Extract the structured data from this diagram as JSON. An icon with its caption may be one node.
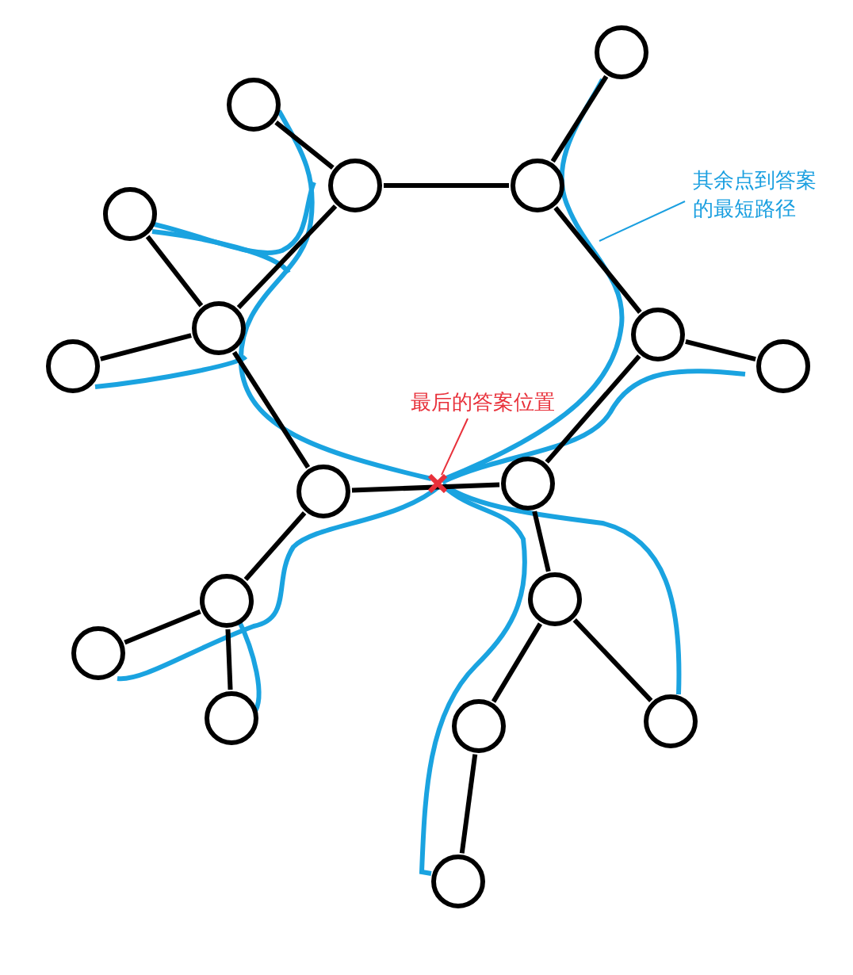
{
  "diagram": {
    "nodes": [
      {
        "text": [],
        "shape": "circle"
      },
      {
        "text": [],
        "shape": "circle"
      },
      {
        "text": [],
        "shape": "circle"
      },
      {
        "text": [],
        "shape": "circle"
      },
      {
        "text": [],
        "shape": "circle"
      },
      {
        "text": [],
        "shape": "circle"
      },
      {
        "text": [],
        "shape": "circle"
      },
      {
        "text": [],
        "shape": "circle"
      },
      {
        "text": [],
        "shape": "circle"
      },
      {
        "text": [],
        "shape": "circle"
      },
      {
        "text": [],
        "shape": "circle"
      },
      {
        "text": [],
        "shape": "circle"
      },
      {
        "text": [],
        "shape": "circle"
      },
      {
        "text": [],
        "shape": "circle"
      },
      {
        "text": [],
        "shape": "circle"
      },
      {
        "text": [],
        "shape": "circle"
      },
      {
        "text": [],
        "shape": "circle"
      },
      {
        "text": [],
        "shape": "circle"
      },
      {
        "text": [
          "最后的答案位置"
        ]
      },
      {
        "text": [],
        "shape": "cross"
      },
      {
        "text": [
          "其余点到答案的最短路径"
        ]
      }
    ],
    "edges": [
      {
        "from": 0,
        "to": 3,
        "arrow": "none"
      },
      {
        "from": 1,
        "to": 2,
        "arrow": "none"
      },
      {
        "from": 2,
        "to": 3,
        "arrow": "none"
      },
      {
        "from": 2,
        "to": 5,
        "arrow": "none"
      },
      {
        "from": 3,
        "to": 6,
        "arrow": "none"
      },
      {
        "from": 4,
        "to": 5,
        "arrow": "none"
      },
      {
        "from": 5,
        "to": 7,
        "arrow": "none"
      },
      {
        "from": 5,
        "to": 9,
        "arrow": "none"
      },
      {
        "from": 6,
        "to": 8,
        "arrow": "none"
      },
      {
        "from": 6,
        "to": 10,
        "arrow": "none"
      },
      {
        "from": 9,
        "to": 10,
        "arrow": "none"
      },
      {
        "from": 9,
        "to": 11,
        "arrow": "none"
      },
      {
        "from": 10,
        "to": 12,
        "arrow": "none"
      },
      {
        "from": 11,
        "to": 13,
        "arrow": "none"
      },
      {
        "from": 11,
        "to": 14,
        "arrow": "none"
      },
      {
        "from": 12,
        "to": 15,
        "arrow": "none"
      },
      {
        "from": 12,
        "to": 16,
        "arrow": "none"
      },
      {
        "from": 15,
        "to": 17,
        "arrow": "none"
      },
      {
        "from": 18,
        "to": 19,
        "arrow": "none",
        "color": "#e8303a"
      },
      {
        "from": 20,
        "to": null,
        "arrow": "none",
        "color": "#1a9fe0"
      }
    ]
  }
}
